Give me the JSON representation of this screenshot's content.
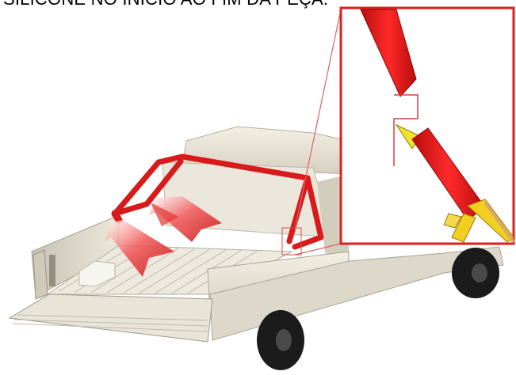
{
  "caption": "SILICONE NO INÍCIO AO FIM DA PEÇA.",
  "colors": {
    "roll_bar": "#d81a1a",
    "truck_body": "#e9e4d6",
    "truck_shadow": "#b9b3a3",
    "tire": "#1b1b1b",
    "callout_border": "#e01e1e",
    "tube": "#e61515",
    "nozzle_tip": "#f2e22a",
    "gun_trigger": "#f2cf1e",
    "arrow": "#e23636"
  },
  "icons": {
    "arrows": "red-pointer-arrows",
    "callout": "zoom-callout",
    "tool": "caulking-gun"
  }
}
